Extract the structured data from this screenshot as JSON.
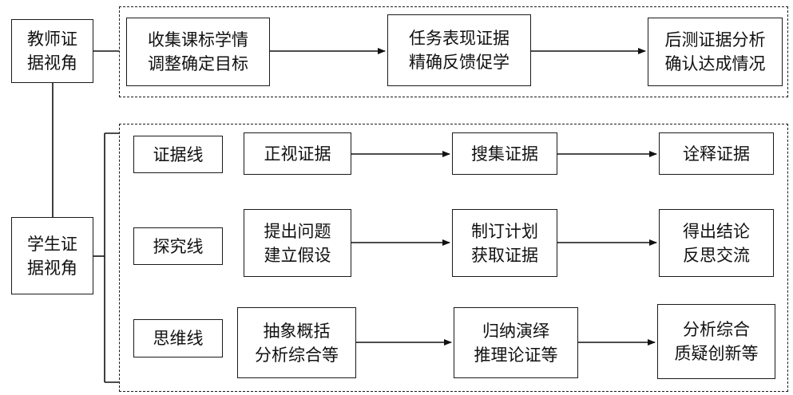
{
  "teacher": {
    "label": [
      "教师证",
      "据视角"
    ],
    "steps": [
      [
        "收集课标学情",
        "调整确定目标"
      ],
      [
        "任务表现证据",
        "精确反馈促学"
      ],
      [
        "后测证据分析",
        "确认达成情况"
      ]
    ]
  },
  "student": {
    "label": [
      "学生证",
      "据视角"
    ],
    "lines": [
      {
        "name": "证据线",
        "steps": [
          [
            "正视证据"
          ],
          [
            "搜集证据"
          ],
          [
            "诠释证据"
          ]
        ]
      },
      {
        "name": "探究线",
        "steps": [
          [
            "提出问题",
            "建立假设"
          ],
          [
            "制订计划",
            "获取证据"
          ],
          [
            "得出结论",
            "反思交流"
          ]
        ]
      },
      {
        "name": "思维线",
        "steps": [
          [
            "抽象概括",
            "分析综合等"
          ],
          [
            "归纳演绎",
            "推理论证等"
          ],
          [
            "分析综合",
            "质疑创新等"
          ]
        ]
      }
    ]
  }
}
